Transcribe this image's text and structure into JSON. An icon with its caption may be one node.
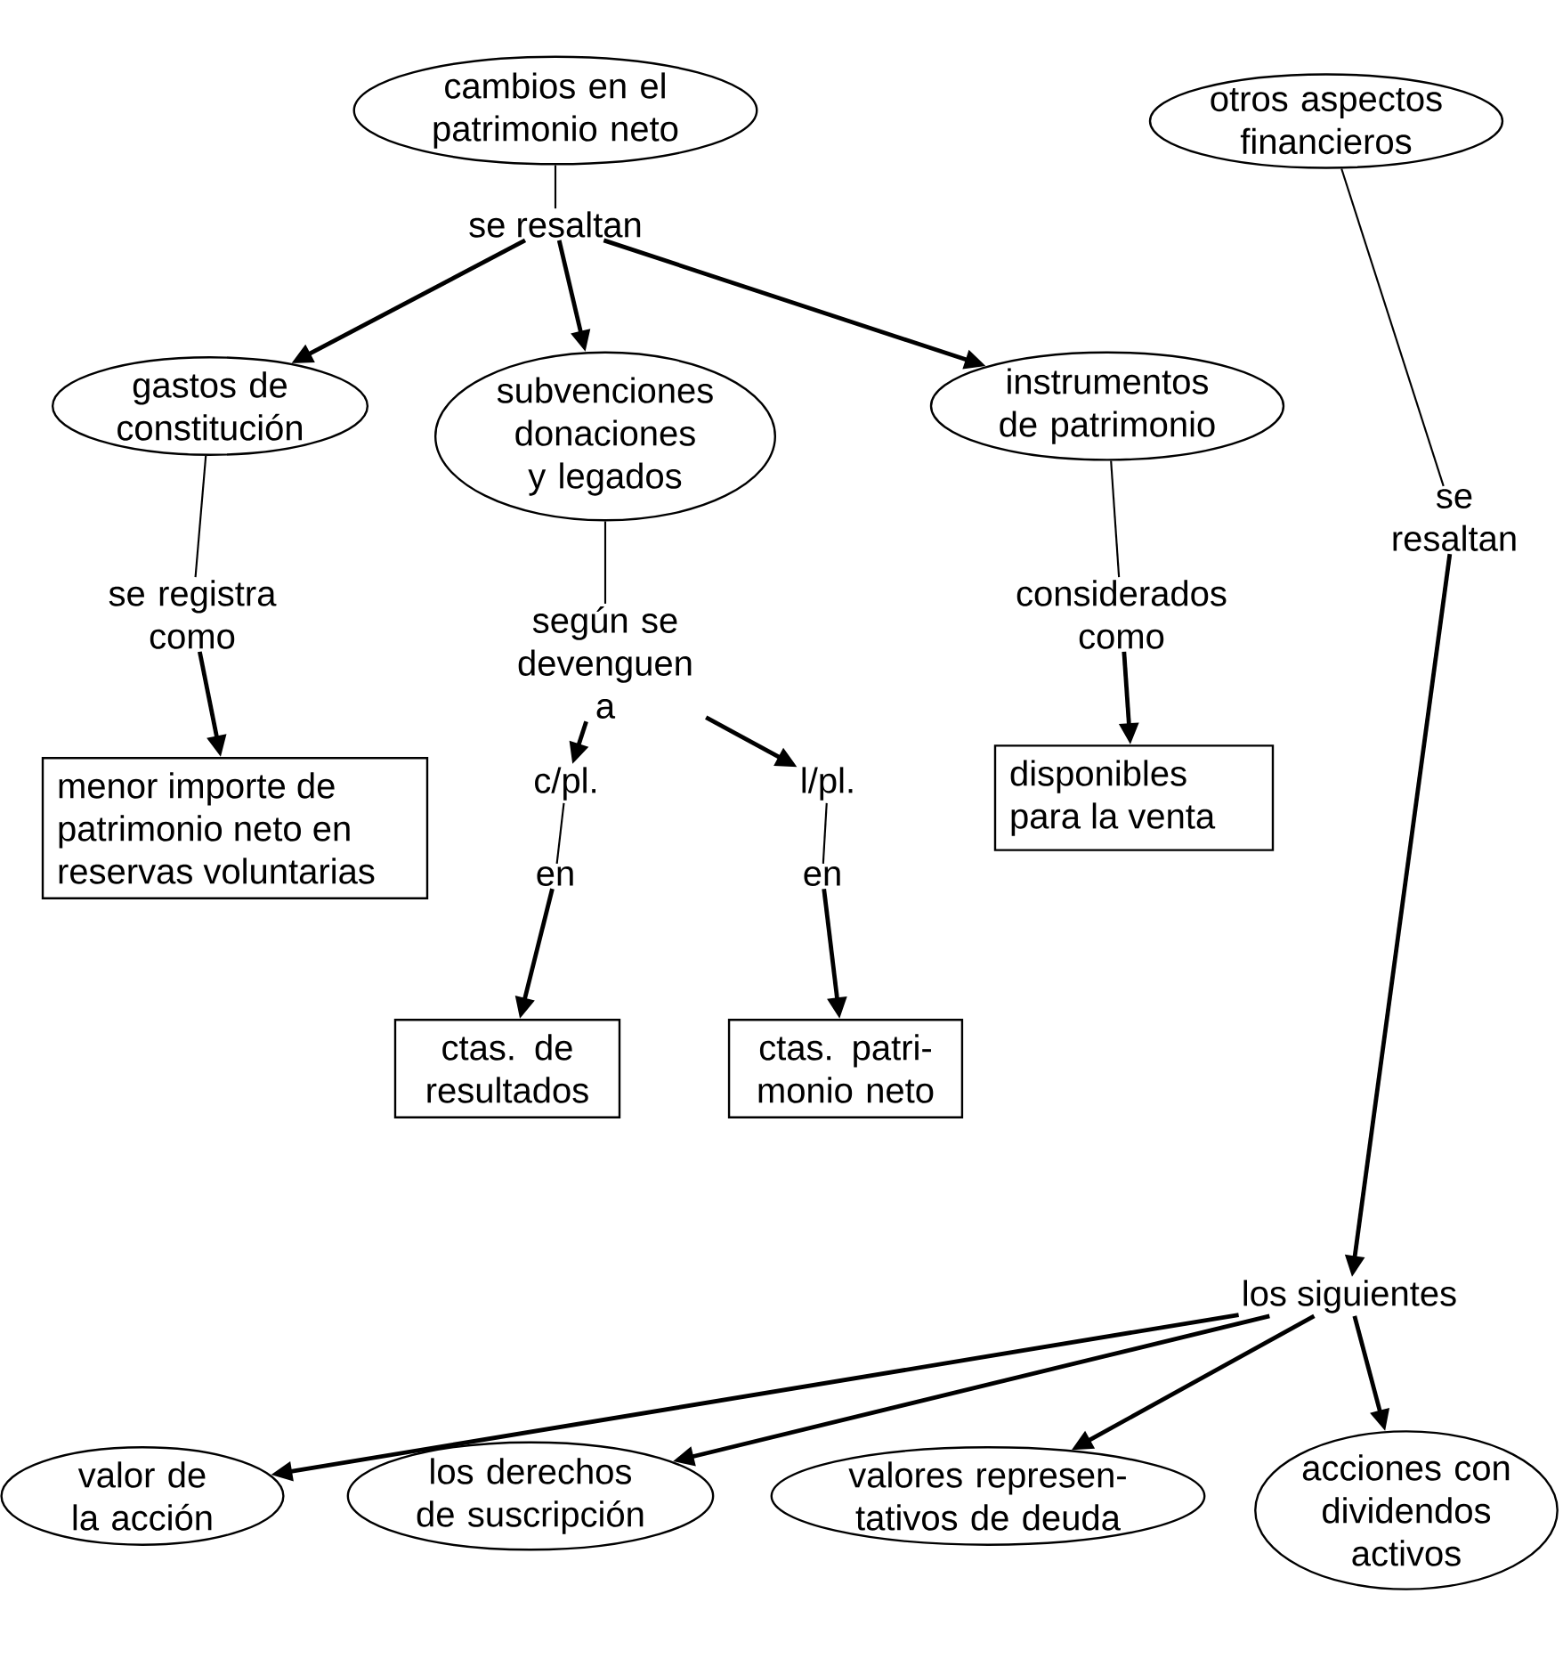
{
  "diagram": {
    "nodes": [
      {
        "text": [
          "cambios en el patrimonio neto"
        ]
      },
      {
        "text": [
          "otros aspectos financieros"
        ]
      },
      {
        "text": [
          "se resaltan"
        ]
      },
      {
        "text": [
          "gastos de constitución"
        ]
      },
      {
        "text": [
          "subvenciones donaciones y legados"
        ]
      },
      {
        "text": [
          "instrumentos de patrimonio"
        ]
      },
      {
        "text": [
          "se resaltan"
        ]
      },
      {
        "text": [
          "se registra como"
        ]
      },
      {
        "text": [
          "según se devenguen a"
        ]
      },
      {
        "text": [
          "considerados como"
        ]
      },
      {
        "text": [
          "menor importe de patrimonio neto en reservas voluntarias"
        ]
      },
      {
        "text": [
          "disponibles para la venta"
        ]
      },
      {
        "text": [
          "c/pl."
        ]
      },
      {
        "text": [
          "l/pl."
        ]
      },
      {
        "text": [
          "en"
        ]
      },
      {
        "text": [
          "en"
        ]
      },
      {
        "text": [
          "ctas. de resultados"
        ]
      },
      {
        "text": [
          "ctas. patri- monio neto"
        ]
      },
      {
        "text": [
          "los siguientes"
        ]
      },
      {
        "text": [
          "valor de la acción"
        ]
      },
      {
        "text": [
          "los derechos de suscripción"
        ]
      },
      {
        "text": [
          "valores represen- tativos de deuda"
        ]
      },
      {
        "text": [
          "acciones con dividendos activos"
        ]
      }
    ],
    "edges": [
      {
        "from": 0,
        "to": 2,
        "arrow": "none"
      },
      {
        "from": 2,
        "to": 3,
        "arrow": "to"
      },
      {
        "from": 2,
        "to": 4,
        "arrow": "to"
      },
      {
        "from": 2,
        "to": 5,
        "arrow": "to"
      },
      {
        "from": 1,
        "to": 6,
        "arrow": "none"
      },
      {
        "from": 6,
        "to": 18,
        "arrow": "to"
      },
      {
        "from": 3,
        "to": 7,
        "arrow": "none"
      },
      {
        "from": 7,
        "to": 10,
        "arrow": "to"
      },
      {
        "from": 4,
        "to": 8,
        "arrow": "none"
      },
      {
        "from": 8,
        "to": 12,
        "arrow": "to"
      },
      {
        "from": 8,
        "to": 13,
        "arrow": "to"
      },
      {
        "from": 12,
        "to": 14,
        "arrow": "none"
      },
      {
        "from": 14,
        "to": 16,
        "arrow": "to"
      },
      {
        "from": 13,
        "to": 15,
        "arrow": "none"
      },
      {
        "from": 15,
        "to": 17,
        "arrow": "to"
      },
      {
        "from": 5,
        "to": 9,
        "arrow": "none"
      },
      {
        "from": 9,
        "to": 11,
        "arrow": "to"
      },
      {
        "from": 18,
        "to": 19,
        "arrow": "to"
      },
      {
        "from": 18,
        "to": 20,
        "arrow": "to"
      },
      {
        "from": 18,
        "to": 21,
        "arrow": "to"
      },
      {
        "from": 18,
        "to": 22,
        "arrow": "to"
      }
    ]
  }
}
